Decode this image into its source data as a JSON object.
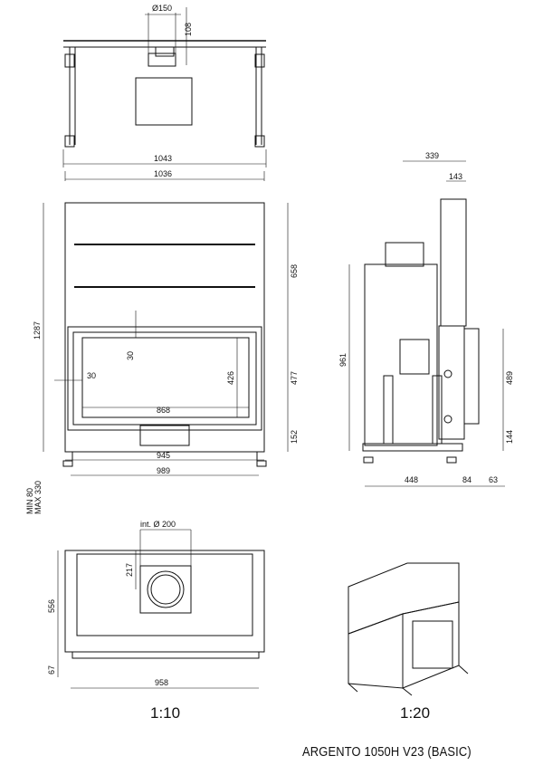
{
  "top_view": {
    "flue_diameter": "Ø150",
    "flue_offset": "108",
    "outer_width": "1043",
    "inner_width": "1036"
  },
  "front_view": {
    "total_height": "1287",
    "upper_height": "658",
    "door_height": "477",
    "glass_height": "426",
    "base_height": "152",
    "frame_top": "30",
    "frame_side": "30",
    "glass_width": "868",
    "base_width_inner": "945",
    "base_width_outer": "989",
    "leg_min": "MIN 80",
    "leg_max": "MAX 330"
  },
  "side_view": {
    "depth_top": "339",
    "flue_depth": "143",
    "body_height": "961",
    "door_height": "489",
    "base_height": "144",
    "base_depth": "448",
    "frame_depth": "84",
    "offset_depth": "63"
  },
  "bottom_view": {
    "flue_label": "int.  Ø 200",
    "flue_offset": "217",
    "depth": "556",
    "foot_height": "67",
    "width": "958"
  },
  "scales": {
    "main": "1:10",
    "iso": "1:20"
  },
  "title": "ARGENTO 1050H V23 (BASIC)"
}
